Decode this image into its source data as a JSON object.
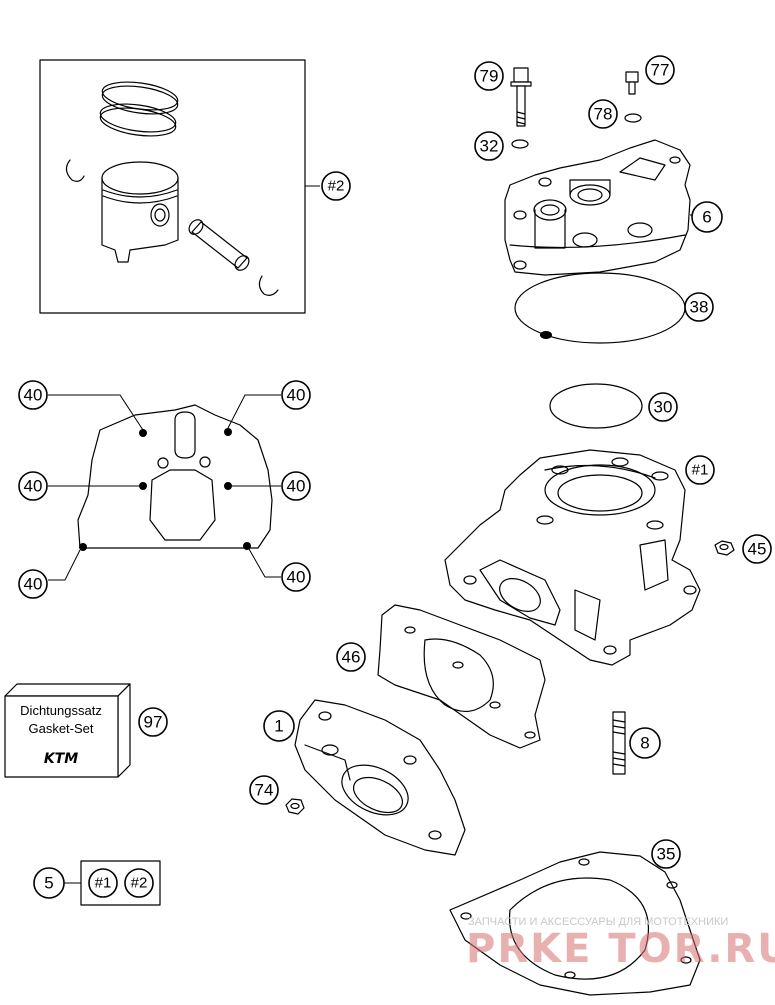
{
  "callouts": {
    "c79": "79",
    "c77": "77",
    "c78": "78",
    "c32": "32",
    "c6": "6",
    "c38": "38",
    "c30": "30",
    "c1hash": "#1",
    "c45": "45",
    "c46": "46",
    "c8": "8",
    "c1": "1",
    "c74": "74",
    "c35": "35",
    "c97": "97",
    "c2hash": "#2",
    "c40a": "40",
    "c40b": "40",
    "c40c": "40",
    "c40d": "40",
    "c40e": "40",
    "c40f": "40",
    "c5": "5",
    "c5set1": "#1",
    "c5set2": "#2"
  },
  "gasket_box": {
    "line1": "Dichtungssatz",
    "line2": "Gasket-Set",
    "brand": "KTM"
  },
  "watermark": {
    "small": "ЗАПЧАСТИ И АКСЕССУАРЫ ДЛЯ МОТОТЕХНИКИ",
    "big": "PRKE TOR.RU"
  },
  "colors": {
    "line": "#000000",
    "watermark": "#d87070"
  }
}
